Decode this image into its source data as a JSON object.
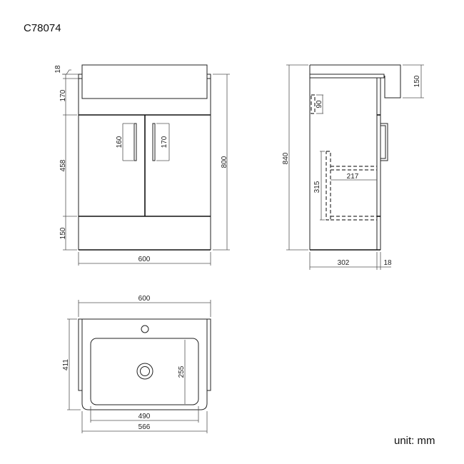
{
  "title": "C78074",
  "unit_label": "unit: mm",
  "front_view": {
    "dims": {
      "basin_lip": "18",
      "basin_height": "170",
      "door_height": "458",
      "plinth_height": "150",
      "total_height": "800",
      "width": "600",
      "handle_left": "160",
      "handle_right": "170"
    }
  },
  "side_view": {
    "dims": {
      "total_height": "840",
      "basin_depth_drop": "150",
      "handle_offset": "90",
      "shelf_height": "315",
      "shelf_depth": "217",
      "body_depth": "302",
      "door_thickness": "18"
    }
  },
  "top_view": {
    "dims": {
      "overall_width": "600",
      "depth": "411",
      "bowl_depth": "255",
      "bowl_width": "490",
      "basin_width": "566"
    }
  }
}
